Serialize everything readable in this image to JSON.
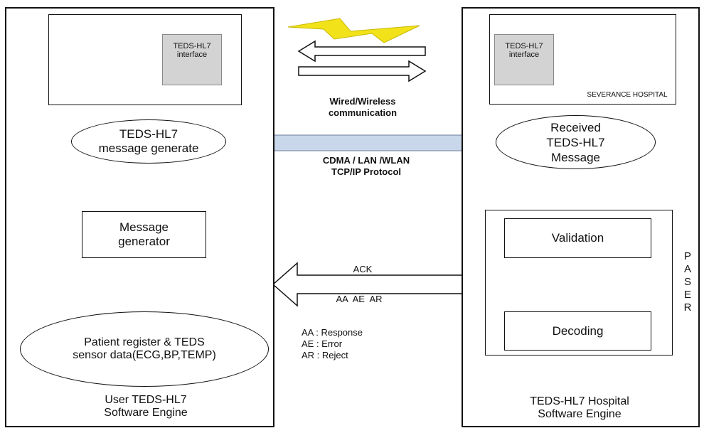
{
  "left_panel": {
    "interface_label": "TEDS-HL7\ninterface",
    "message_generate": "TEDS-HL7\nmessage generate",
    "message_generator": "Message\ngenerator",
    "patient_register": "Patient register & TEDS\nsensor data(ECG,BP,TEMP)",
    "engine_title": "User TEDS-HL7\nSoftware Engine"
  },
  "right_panel": {
    "interface_label": "TEDS-HL7\ninterface",
    "hospital_name": "SEVERANCE HOSPITAL",
    "received_message": "Received\nTEDS-HL7\nMessage",
    "validation": "Validation",
    "decoding": "Decoding",
    "paser_label": "PASER",
    "engine_title": "TEDS-HL7 Hospital\nSoftware Engine"
  },
  "middle": {
    "communication": "Wired/Wireless\ncommunication",
    "protocol": "CDMA / LAN /WLAN\nTCP/IP Protocol",
    "ack": "ACK",
    "ack_codes": "AA  AE  AR",
    "legend": [
      "AA : Response",
      "AE : Error",
      "AR : Reject"
    ]
  },
  "colors": {
    "lightning": "#f2e21a",
    "flow_arrow": "#c9d7ea",
    "gray_arrow": "#d9d9d9"
  }
}
